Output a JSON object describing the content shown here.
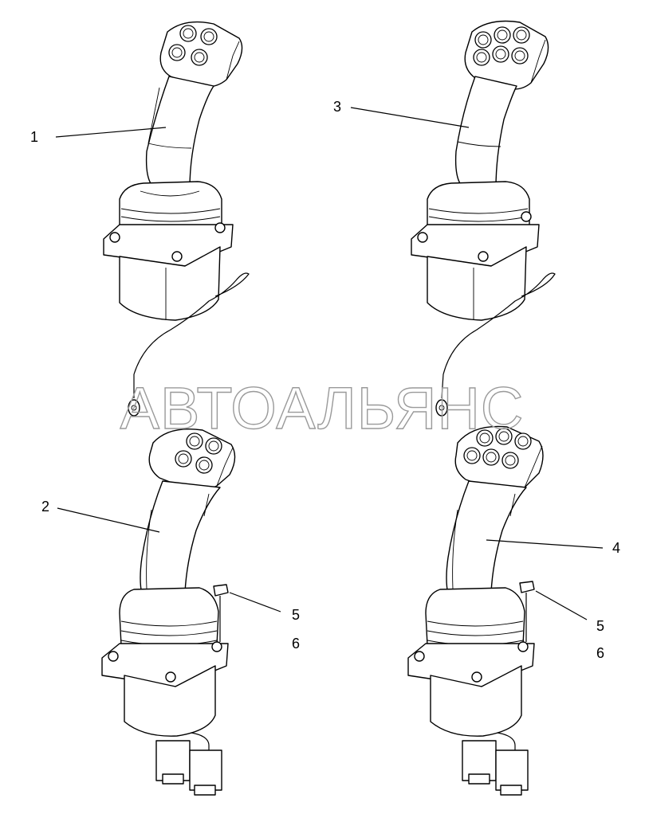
{
  "watermark": "АВТОАЛЬЯНС",
  "callouts": {
    "c1": "1",
    "c2": "2",
    "c3": "3",
    "c4": "4",
    "c5a": "5",
    "c6a": "6",
    "c5b": "5",
    "c6b": "6"
  }
}
